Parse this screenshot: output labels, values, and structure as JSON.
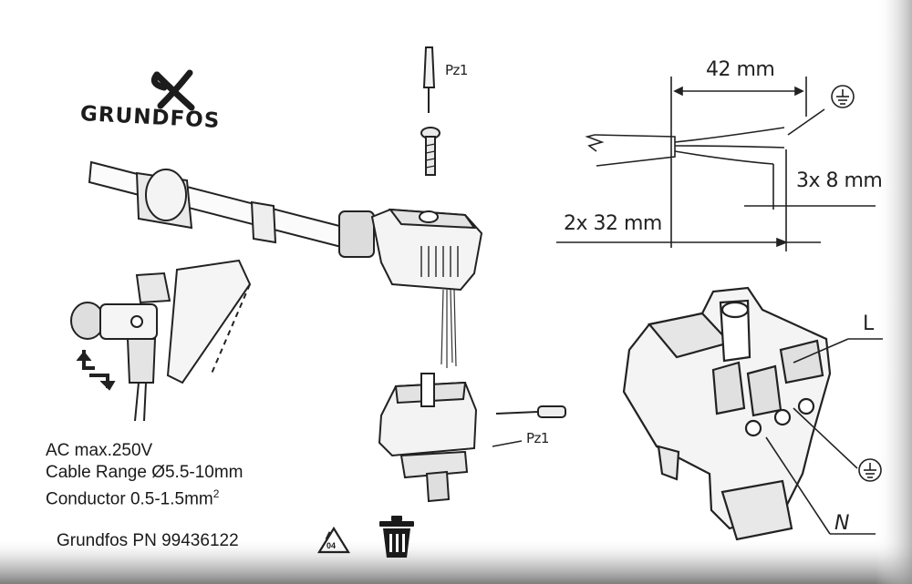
{
  "brand": {
    "name": "GRUNDFOS"
  },
  "tools": {
    "screwdriver_top_label": "Pz1",
    "screwdriver_bottom_label": "Pz1"
  },
  "dimensions": {
    "width_top": "42 mm",
    "width_side": "3x 8 mm",
    "width_bottom": "2x 32 mm"
  },
  "terminals": {
    "line": "L",
    "neutral": "N",
    "earth_symbol": "⏚"
  },
  "specs": {
    "line1": "AC max.250V",
    "line2": "Cable Range Ø5.5-10mm",
    "line3_prefix": "Conductor 0.5-1.5mm",
    "line3_exp": "2"
  },
  "part_number": "Grundfos PN 99436122",
  "recycle_code": "04",
  "icons": [
    "grundfos-logo-icon",
    "screwdriver-icon",
    "screw-icon",
    "earth-ground-icon",
    "recycle-icon",
    "trash-bin-icon"
  ],
  "colors": {
    "paper": "#ffffff",
    "ink": "#1a1a1a",
    "plastic_bag_shadow": "#8a8a8a"
  }
}
